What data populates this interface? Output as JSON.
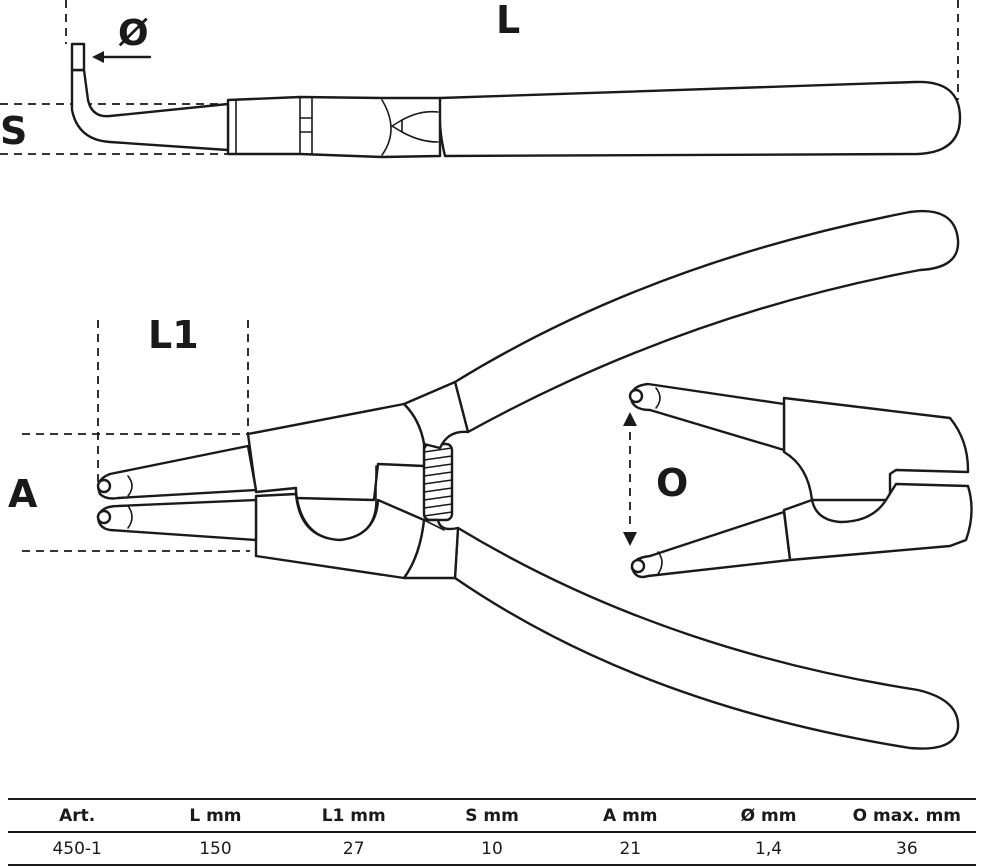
{
  "dimensions": {
    "length_label": "L",
    "diameter_label": "Ø",
    "thickness_label": "S",
    "tip_length_label": "L1",
    "tip_distance_label": "A",
    "opening_label": "O"
  },
  "table": {
    "headers": [
      "Art.",
      "L  mm",
      "L1  mm",
      "S  mm",
      "A  mm",
      "Ø  mm",
      "O  max.  mm"
    ],
    "rows": [
      [
        "450-1",
        "150",
        "27",
        "10",
        "21",
        "1,4",
        "36"
      ]
    ]
  }
}
